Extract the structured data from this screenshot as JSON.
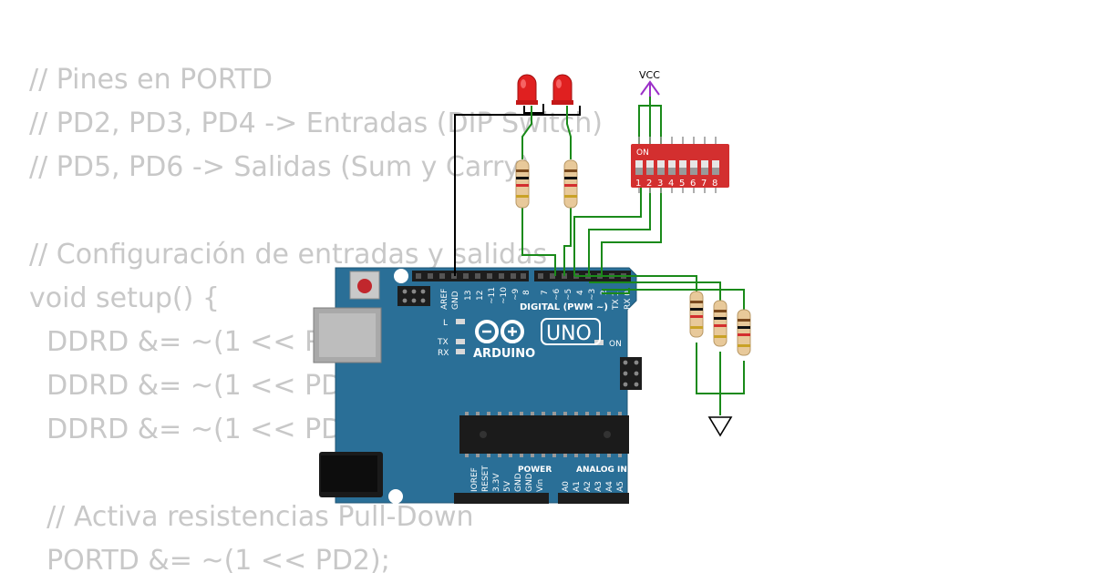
{
  "code_lines": [
    "// Pines en PORTD",
    "// PD2, PD3, PD4 -> Entradas (DIP Switch)",
    "// PD5, PD6 -> Salidas (Sum y Carry)",
    "",
    "// Configuración de entradas y salidas",
    "void setup() {",
    "  DDRD &= ~(1 << PD2);",
    "  DDRD &= ~(1 << PD3);",
    "  DDRD &= ~(1 << PD4);",
    "",
    "  // Activa resistencias Pull-Down",
    "  PORTD &= ~(1 << PD2);"
  ],
  "arduino": {
    "brand": "ARDUINO",
    "model": "UNO",
    "header_top_left": [
      "AREF",
      "GND",
      "13",
      "12",
      "~11",
      "~10",
      "~9",
      "8"
    ],
    "header_top_right": [
      "7",
      "~6",
      "~5",
      "4",
      "~3",
      "2",
      "TX 1",
      "RX 0"
    ],
    "digital_label": "DIGITAL (PWM ~)",
    "led_l": "L",
    "led_tx": "TX",
    "led_rx": "RX",
    "on_label": "ON",
    "power_label": "POWER",
    "analog_label": "ANALOG IN",
    "power_pins": [
      "IOREF",
      "RESET",
      "3.3V",
      "5V",
      "GND",
      "GND",
      "Vin"
    ],
    "analog_pins": [
      "A0",
      "A1",
      "A2",
      "A3",
      "A4",
      "A5"
    ]
  },
  "vcc_label": "VCC",
  "dip_switch": {
    "on_label": "ON",
    "numbers": [
      "1",
      "2",
      "3",
      "4",
      "5",
      "6",
      "7",
      "8"
    ]
  },
  "colors": {
    "code_text": "#c8c8c8",
    "board": "#2a6f97",
    "wire_green": "#1a8a1a",
    "wire_black": "#000000",
    "led_red": "#e02020",
    "dip_red": "#d32f2f",
    "vcc_purple": "#9b30c8"
  }
}
